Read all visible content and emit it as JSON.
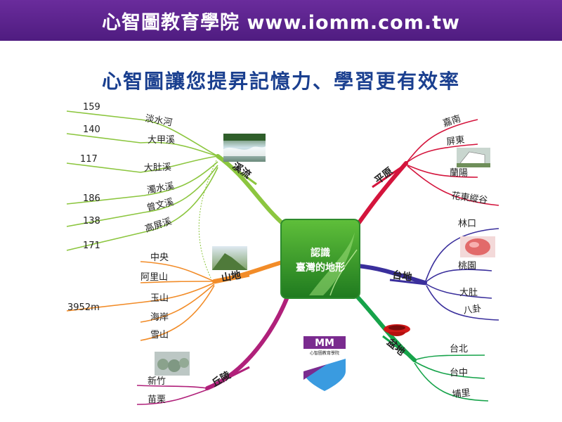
{
  "header": {
    "title": "心智圖教育學院 www.iomm.com.tw"
  },
  "subtitle": "心智圖讓您提昇記憶力、學習更有效率",
  "center": {
    "line1": "認識",
    "line2": "臺灣的地形"
  },
  "logo": {
    "text": "心智圖教育學院"
  },
  "branches": {
    "rivers": {
      "label": "溪流",
      "color": "#8cc63f",
      "items": [
        {
          "name": "淡水河",
          "value": "159"
        },
        {
          "name": "大甲溪",
          "value": "140"
        },
        {
          "name": "大肚溪",
          "value": "117"
        },
        {
          "name": "濁水溪",
          "value": "186"
        },
        {
          "name": "曾文溪",
          "value": "138"
        },
        {
          "name": "高屏溪",
          "value": "171"
        }
      ]
    },
    "mountains": {
      "label": "山地",
      "color": "#f28c28",
      "items": [
        {
          "name": "中央"
        },
        {
          "name": "阿里山"
        },
        {
          "name": "玉山",
          "value": "3952m"
        },
        {
          "name": "海岸"
        },
        {
          "name": "雪山"
        }
      ]
    },
    "hills": {
      "label": "丘陵",
      "color": "#b0207a",
      "items": [
        {
          "name": "新竹"
        },
        {
          "name": "苗栗"
        }
      ]
    },
    "plains": {
      "label": "平原",
      "color": "#d4143c",
      "items": [
        {
          "name": "嘉南"
        },
        {
          "name": "屏東"
        },
        {
          "name": "蘭陽"
        },
        {
          "name": "花東縱谷"
        }
      ]
    },
    "plateaus": {
      "label": "台地",
      "color": "#3a2f9c",
      "items": [
        {
          "name": "林口"
        },
        {
          "name": "桃園"
        },
        {
          "name": "大肚"
        },
        {
          "name": "八卦"
        }
      ]
    },
    "basins": {
      "label": "盆地",
      "color": "#16a34a",
      "items": [
        {
          "name": "台北"
        },
        {
          "name": "台中"
        },
        {
          "name": "埔里"
        }
      ]
    }
  },
  "icons": {
    "river": "river-photo-icon",
    "mountain": "mountain-photo-icon",
    "hill": "hill-photo-icon",
    "plain": "building-photo-icon",
    "plateau": "peach-photo-icon",
    "basin": "red-bowl-icon"
  }
}
